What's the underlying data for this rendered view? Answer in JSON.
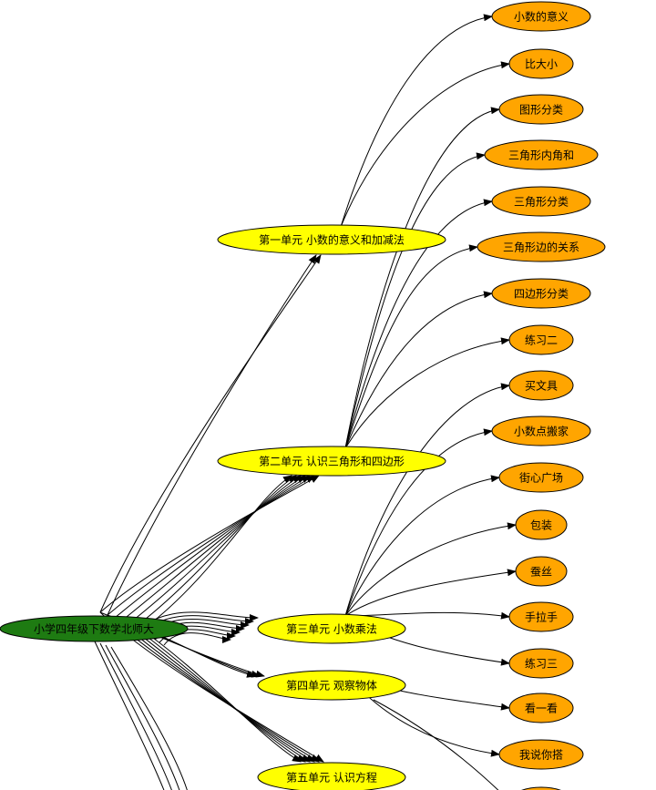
{
  "colors": {
    "root_fill": "#1e7b12",
    "unit_fill": "#ffff00",
    "leaf_fill": "#ffa500",
    "stroke": "#000000",
    "edge": "#000000"
  },
  "root": {
    "label": "小学四年级下数学北师大"
  },
  "units": [
    {
      "id": "u1",
      "label": "第一单元 小数的意义和加减法"
    },
    {
      "id": "u2",
      "label": "第二单元 认识三角形和四边形"
    },
    {
      "id": "u3",
      "label": "第三单元 小数乘法"
    },
    {
      "id": "u4",
      "label": "第四单元 观察物体"
    },
    {
      "id": "u5",
      "label": "第五单元 认识方程"
    }
  ],
  "leaves": [
    {
      "id": "l1",
      "label": "小数的意义",
      "parent": "u1"
    },
    {
      "id": "l2",
      "label": "比大小",
      "parent": "u1"
    },
    {
      "id": "l3",
      "label": "图形分类",
      "parent": "u2"
    },
    {
      "id": "l4",
      "label": "三角形内角和",
      "parent": "u2"
    },
    {
      "id": "l5",
      "label": "三角形分类",
      "parent": "u2"
    },
    {
      "id": "l6",
      "label": "三角形边的关系",
      "parent": "u2"
    },
    {
      "id": "l7",
      "label": "四边形分类",
      "parent": "u2"
    },
    {
      "id": "l8",
      "label": "练习二",
      "parent": "u2"
    },
    {
      "id": "l9",
      "label": "买文具",
      "parent": "u3"
    },
    {
      "id": "l10",
      "label": "小数点搬家",
      "parent": "u3"
    },
    {
      "id": "l11",
      "label": "街心广场",
      "parent": "u3"
    },
    {
      "id": "l12",
      "label": "包装",
      "parent": "u3"
    },
    {
      "id": "l13",
      "label": "蚕丝",
      "parent": "u3"
    },
    {
      "id": "l14",
      "label": "手拉手",
      "parent": "u3"
    },
    {
      "id": "l15",
      "label": "练习三",
      "parent": "u3"
    },
    {
      "id": "l16",
      "label": "看一看",
      "parent": "u4"
    },
    {
      "id": "l17",
      "label": "我说你搭",
      "parent": "u4"
    }
  ]
}
